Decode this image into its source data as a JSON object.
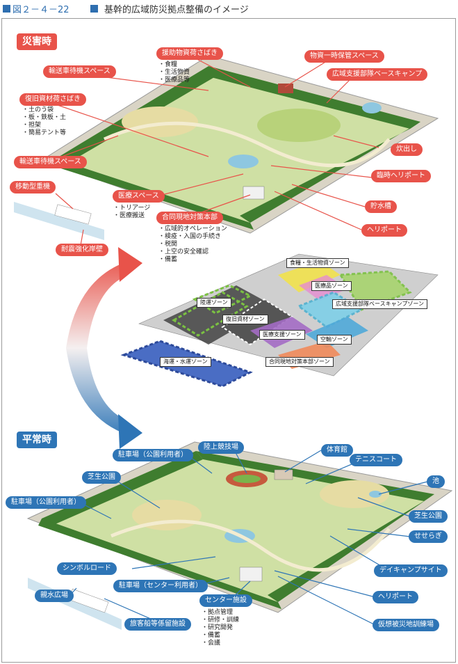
{
  "figure": {
    "number": "図２－４－22",
    "title": "基幹的広域防災拠点整備のイメージ",
    "accent": "#2f6fb0"
  },
  "disaster": {
    "title": "災害時",
    "color": "#e8534a",
    "labels": {
      "relief_sort": "援助物資荷さばき",
      "storage": "物資一時保管スペース",
      "transport_wait_top": "輸送車待機スペース",
      "camp": "広域支援部隊ベースキャンプ",
      "restore_sort": "復旧資材荷さばき",
      "cooking": "炊出し",
      "transport_wait_mid": "輸送車待機スペース",
      "heliport_temp": "臨時ヘリポート",
      "mobile_crane": "移動型重機",
      "medical": "医療スペース",
      "reservoir": "貯水槽",
      "joint_hq": "合同現地対策本部",
      "heliport": "ヘリポート",
      "quay": "耐震強化岸壁"
    },
    "notes": {
      "relief_items": [
        "・食糧",
        "・生活物資",
        "・医療品等"
      ],
      "restore_items": [
        "・土のう袋",
        "・板・鉄板・土",
        "・担架",
        "・簡易テント等"
      ],
      "medical_items": [
        "・トリアージ",
        "・医療搬送"
      ],
      "hq_items": [
        "・広域的オペレーション",
        "・検疫・入国の手続き",
        "・税関",
        "・上空の安全確認",
        "・備蓄"
      ]
    }
  },
  "zones": {
    "food": "食糧・生活物資ゾーン",
    "medicine": "医療品ゾーン",
    "transit": "陸運ゾーン",
    "camp": "広域支援部隊ベースキャンプゾーン",
    "restore": "復旧資材ゾーン",
    "medical_support": "医療支援ゾーン",
    "air": "空輸ゾーン",
    "sea": "海運・水運ゾーン",
    "joint_hq": "合同現地対策本部ゾーン"
  },
  "normal": {
    "title": "平常時",
    "color": "#2e75b6",
    "labels": {
      "parking_public_top": "駐車場（公園利用者）",
      "athletics": "陸上競技場",
      "gym": "体育館",
      "tennis": "テニスコート",
      "lawn_left": "芝生公園",
      "pond": "池",
      "parking_public_left": "駐車場（公園利用者）",
      "lawn_right": "芝生公園",
      "stream": "せせらぎ",
      "daycamp": "デイキャンプサイト",
      "symbol_road": "シンボルロード",
      "parking_center": "駐車場（センター利用者）",
      "heliport": "ヘリポート",
      "waterside": "親水広場",
      "center": "センター施設",
      "training": "仮想被災地訓練場",
      "ferry": "旅客船等係留施設"
    },
    "center_items": [
      "・拠点管理",
      "・研修・訓練",
      "・研究開発",
      "・備蓄",
      "・会議"
    ]
  }
}
